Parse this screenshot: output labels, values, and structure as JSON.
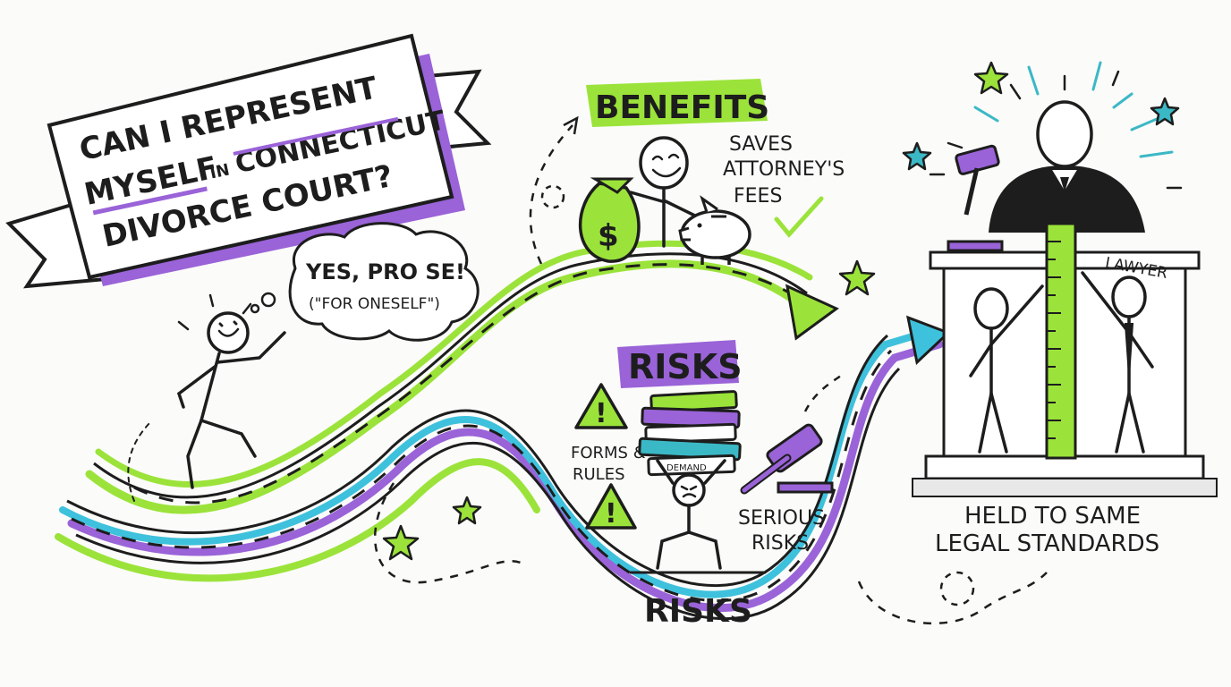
{
  "banner": {
    "line1": "CAN I REPRESENT",
    "line2a": "MYSELF",
    "line2b": "IN",
    "line2c": "CONNECTICUT",
    "line3": "DIVORCE COURT?"
  },
  "thought": {
    "line1": "YES, PRO SE!",
    "line2": "(\"FOR ONESELF\")"
  },
  "benefits": {
    "heading": "BENEFITS",
    "note1": "SAVES",
    "note2": "ATTORNEY'S",
    "note3": "FEES",
    "money_symbol": "$"
  },
  "risks": {
    "heading": "RISKS",
    "forms1": "FORMS &",
    "forms2": "RULES",
    "serious1": "SERIOUS",
    "serious2": "RISKS",
    "road_label": "RISKS",
    "book_label": "DEMAND",
    "warning_symbol": "!"
  },
  "court": {
    "lawyer_label": "LAWYER",
    "standards1": "HELD TO SAME",
    "standards2": "LEGAL STANDARDS"
  },
  "colors": {
    "green": "#9be33a",
    "purple": "#9a63d8",
    "cyan": "#3ec1dc",
    "teal": "#3bb8c6",
    "ink": "#1d1d1d"
  }
}
